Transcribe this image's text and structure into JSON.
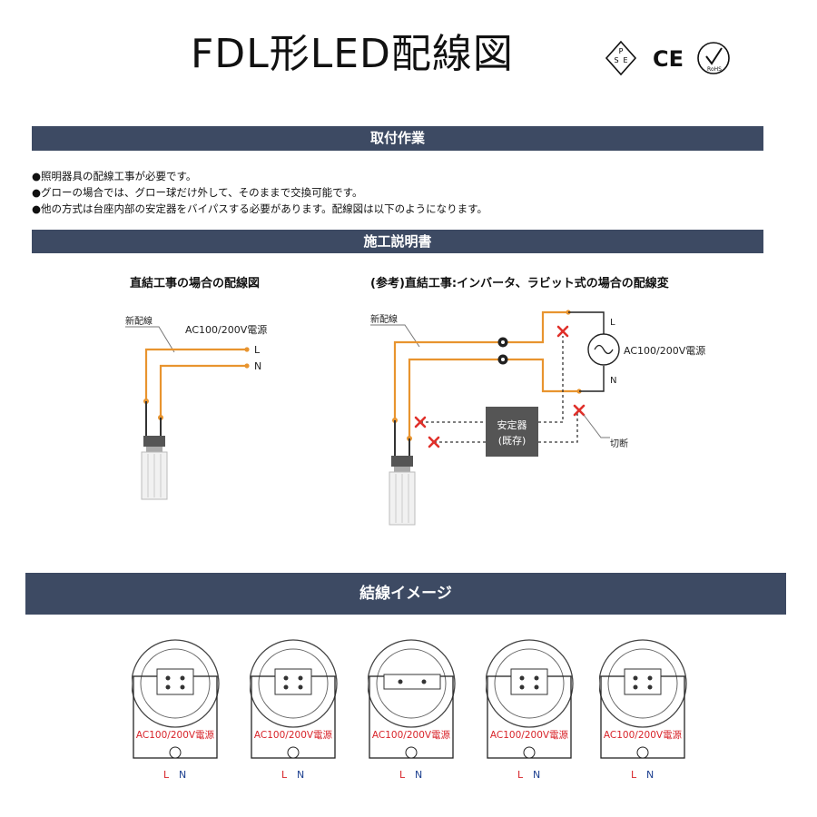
{
  "title": "FDL形LED配線図",
  "marks": {
    "pse_top": "P",
    "pse_s": "S",
    "pse_e": "E",
    "ce": "CE",
    "rohs": "RoHS"
  },
  "sections": {
    "install": "取付作業",
    "instructions": "施工説明書",
    "wiring_image": "結線イメージ"
  },
  "notes": [
    "●照明器具の配線工事が必要です。",
    "●グローの場合では、グロー球だけ外して、そのままで交換可能です。",
    "●他の方式は台座内部の安定器をバイパスする必要があります。配線図は以下のようになります。"
  ],
  "left_diagram": {
    "heading": "直結工事の場合の配線図",
    "new_wire": "新配線",
    "source": "AC100/200V電源",
    "L": "L",
    "N": "N"
  },
  "right_diagram": {
    "heading": "(参考)直結工事:インバータ、ラビット式の場合の配線変",
    "new_wire": "新配線",
    "source": "AC100/200V電源",
    "L": "L",
    "N": "N",
    "ballast_line1": "安定器",
    "ballast_line2": "(既存)",
    "cut": "切断"
  },
  "fixtures": [
    {
      "source": "AC100/200V電源",
      "L": "L",
      "N": "N"
    },
    {
      "source": "AC100/200V電源",
      "L": "L",
      "N": "N"
    },
    {
      "source": "AC100/200V電源",
      "L": "L",
      "N": "N"
    },
    {
      "source": "AC100/200V電源",
      "L": "L",
      "N": "N"
    },
    {
      "source": "AC100/200V電源",
      "L": "L",
      "N": "N"
    }
  ],
  "colors": {
    "bar": "#3d4a63",
    "wire": "#e8942f",
    "cut_mark": "#e0302a",
    "ballast": "#555555",
    "L_label": "#d8242a",
    "N_label": "#1c3f8f"
  }
}
